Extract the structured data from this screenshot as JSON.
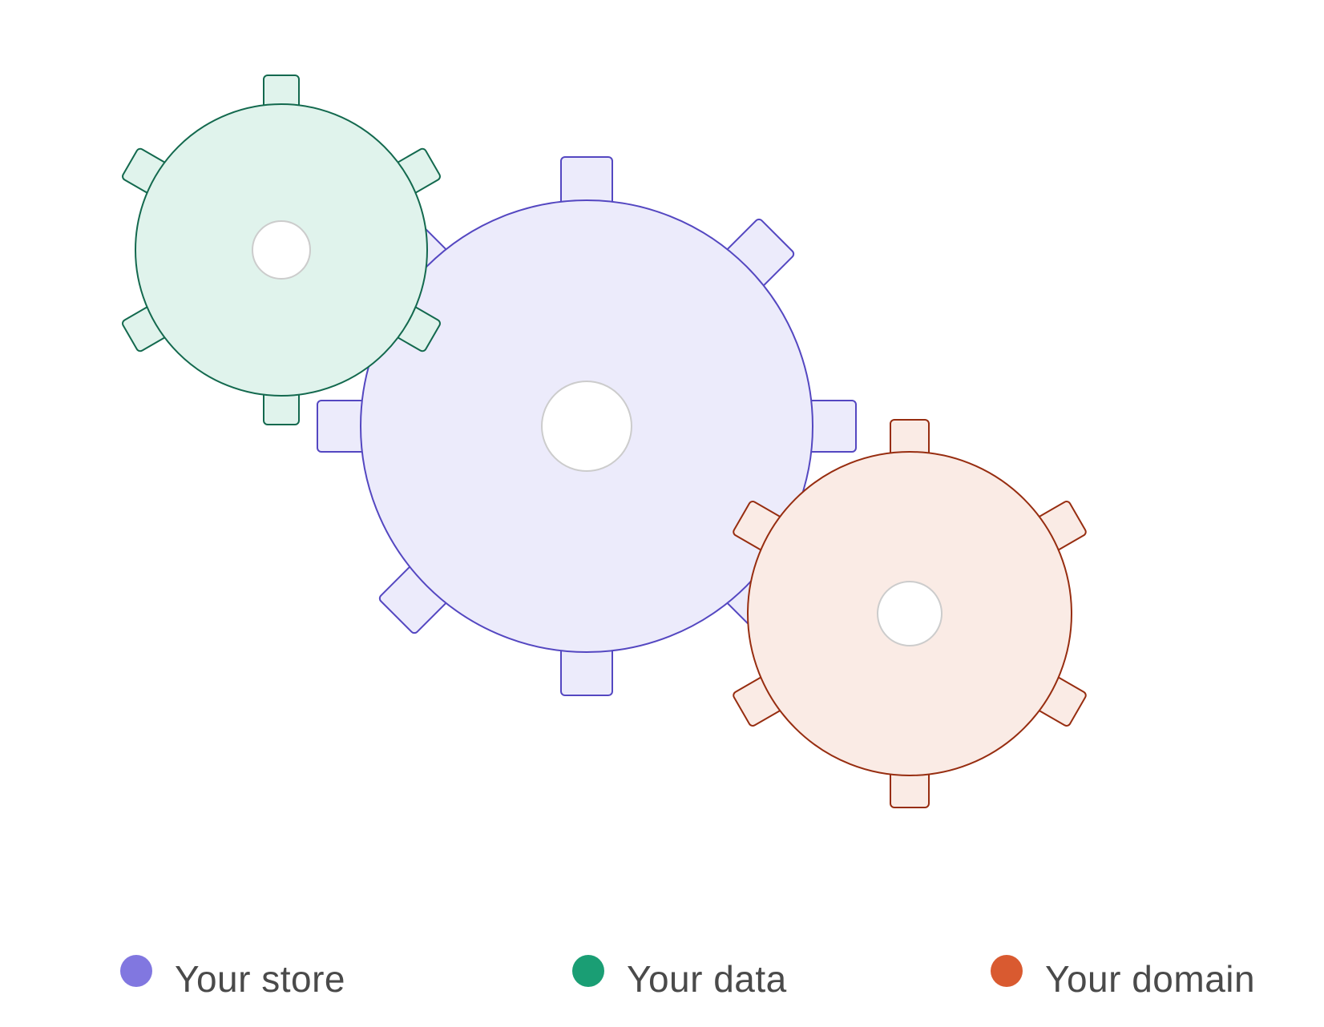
{
  "colors": {
    "store_fill": "#ecebfb",
    "store_stroke": "#5447c1",
    "store_dot": "#8177e0",
    "data_fill": "#e0f3ec",
    "data_stroke": "#13694e",
    "data_dot": "#1a9e74",
    "domain_fill": "#faebe5",
    "domain_stroke": "#972d10",
    "domain_dot": "#d95a30",
    "hole_stroke": "#cccccc"
  },
  "gears": [
    {
      "name": "store-gear",
      "legend": "Your store",
      "teeth": 8
    },
    {
      "name": "data-gear",
      "legend": "Your data",
      "teeth": 6
    },
    {
      "name": "domain-gear",
      "legend": "Your domain",
      "teeth": 6
    }
  ],
  "legend": {
    "store": "Your store",
    "data": "Your data",
    "domain": "Your domain"
  }
}
